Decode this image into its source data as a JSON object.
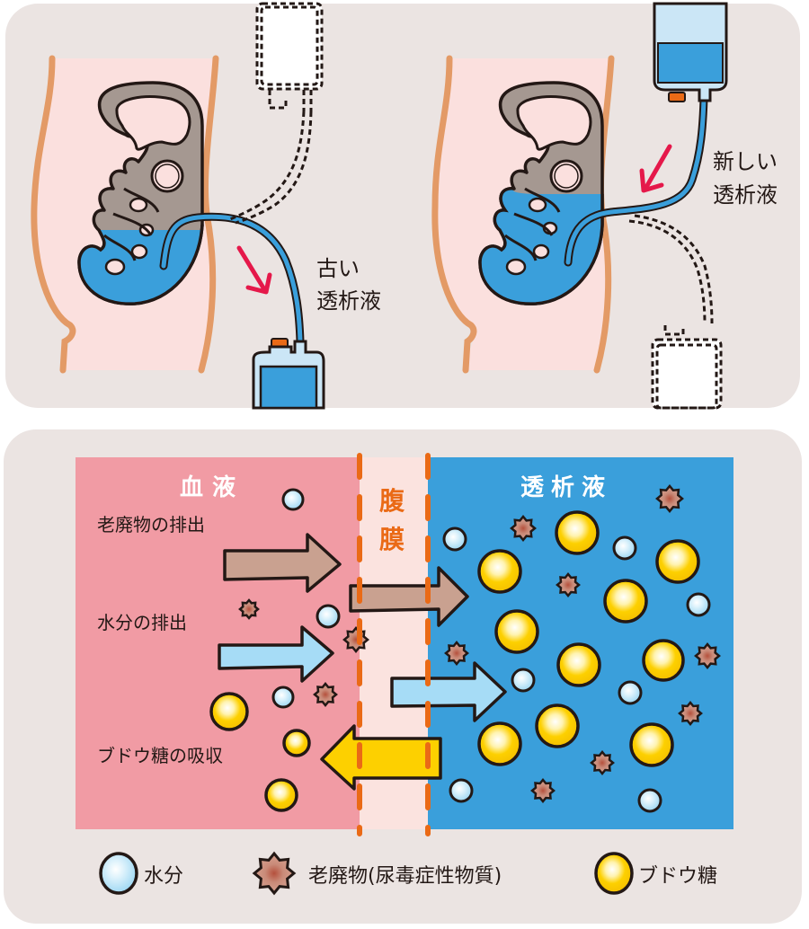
{
  "top_panel": {
    "drain_scene": {
      "label_line1": "古い",
      "label_line2": "透析液"
    },
    "fill_scene": {
      "label_line1": "新しい",
      "label_line2": "透析液"
    }
  },
  "bottom_panel": {
    "blood_heading": "血液",
    "membrane_heading_line1": "腹",
    "membrane_heading_line2": "膜",
    "dialysate_heading": "透析液",
    "processes": [
      {
        "label": "老廃物の排出",
        "direction": "right"
      },
      {
        "label": "水分の排出",
        "direction": "right"
      },
      {
        "label": "ブドウ糖の吸収",
        "direction": "left"
      }
    ]
  },
  "legend": [
    {
      "icon": "water-particle-icon",
      "label": "水分"
    },
    {
      "icon": "waste-particle-icon",
      "label": "老廃物(尿毒症性物質)"
    },
    {
      "icon": "glucose-particle-icon",
      "label": "ブドウ糖"
    }
  ],
  "colors": {
    "panel_bg": "#ebe4e2",
    "body_skin": "#fbe0de",
    "body_outline": "#e39a66",
    "intestine": "#a59891",
    "dialysate_blue": "#3a9fdb",
    "blood_pink": "#f19ba4",
    "membrane_bg": "#fbe3df",
    "membrane_dash": "#ea6a16",
    "arrow_red": "#e5184a",
    "waste_arrow": "#c9a190",
    "water_arrow": "#a6dcf6",
    "glucose_arrow": "#fdd000",
    "cap_orange": "#ea6a16"
  }
}
